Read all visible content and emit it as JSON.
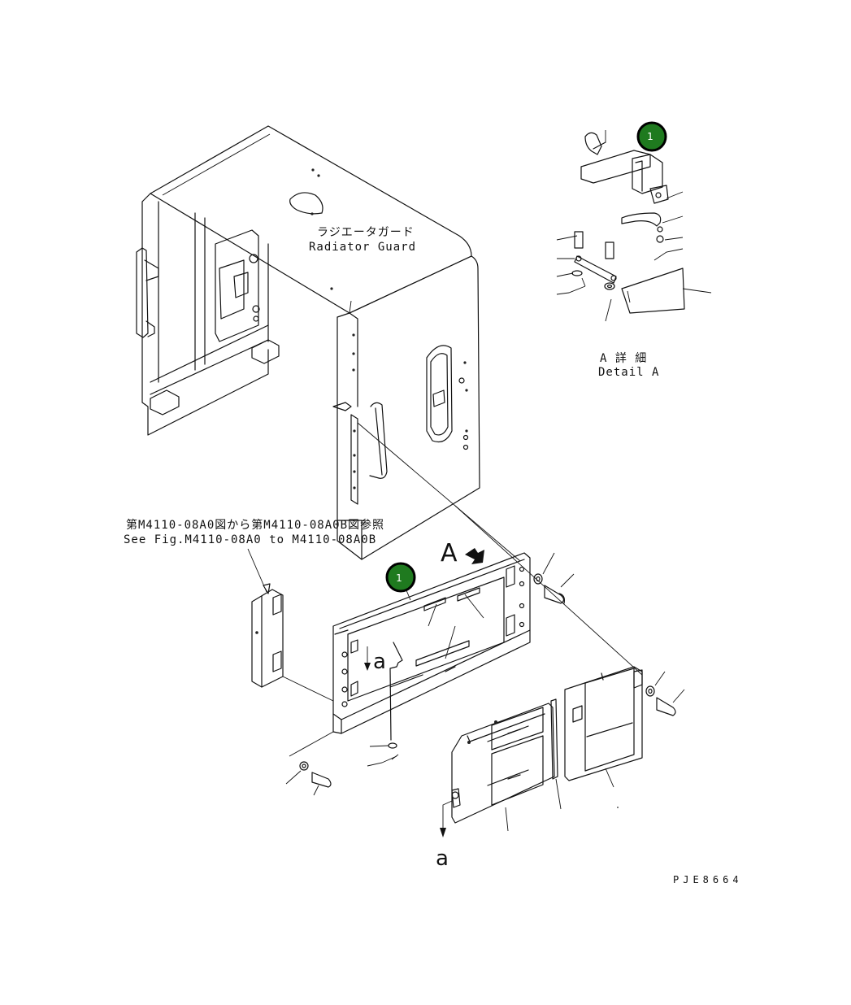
{
  "labels": {
    "radiator_guard_jp": "ラジエータガード",
    "radiator_guard_en": "Radiator Guard",
    "detail_a_jp": "A 詳 細",
    "detail_a_en": "Detail A",
    "see_fig_jp": "第M4110-08A0図から第M4110-08A0B図参照",
    "see_fig_en": "See Fig.M4110-08A0 to M4110-08A0B",
    "view_a": "A",
    "section_a_upper": "a",
    "section_a_lower": "a",
    "drawing_code": "PJE8664"
  },
  "callouts": [
    {
      "number": "1"
    },
    {
      "number": "1"
    }
  ],
  "colors": {
    "callout_fill": "#1f7a1f",
    "line": "#111111",
    "background": "#ffffff"
  }
}
